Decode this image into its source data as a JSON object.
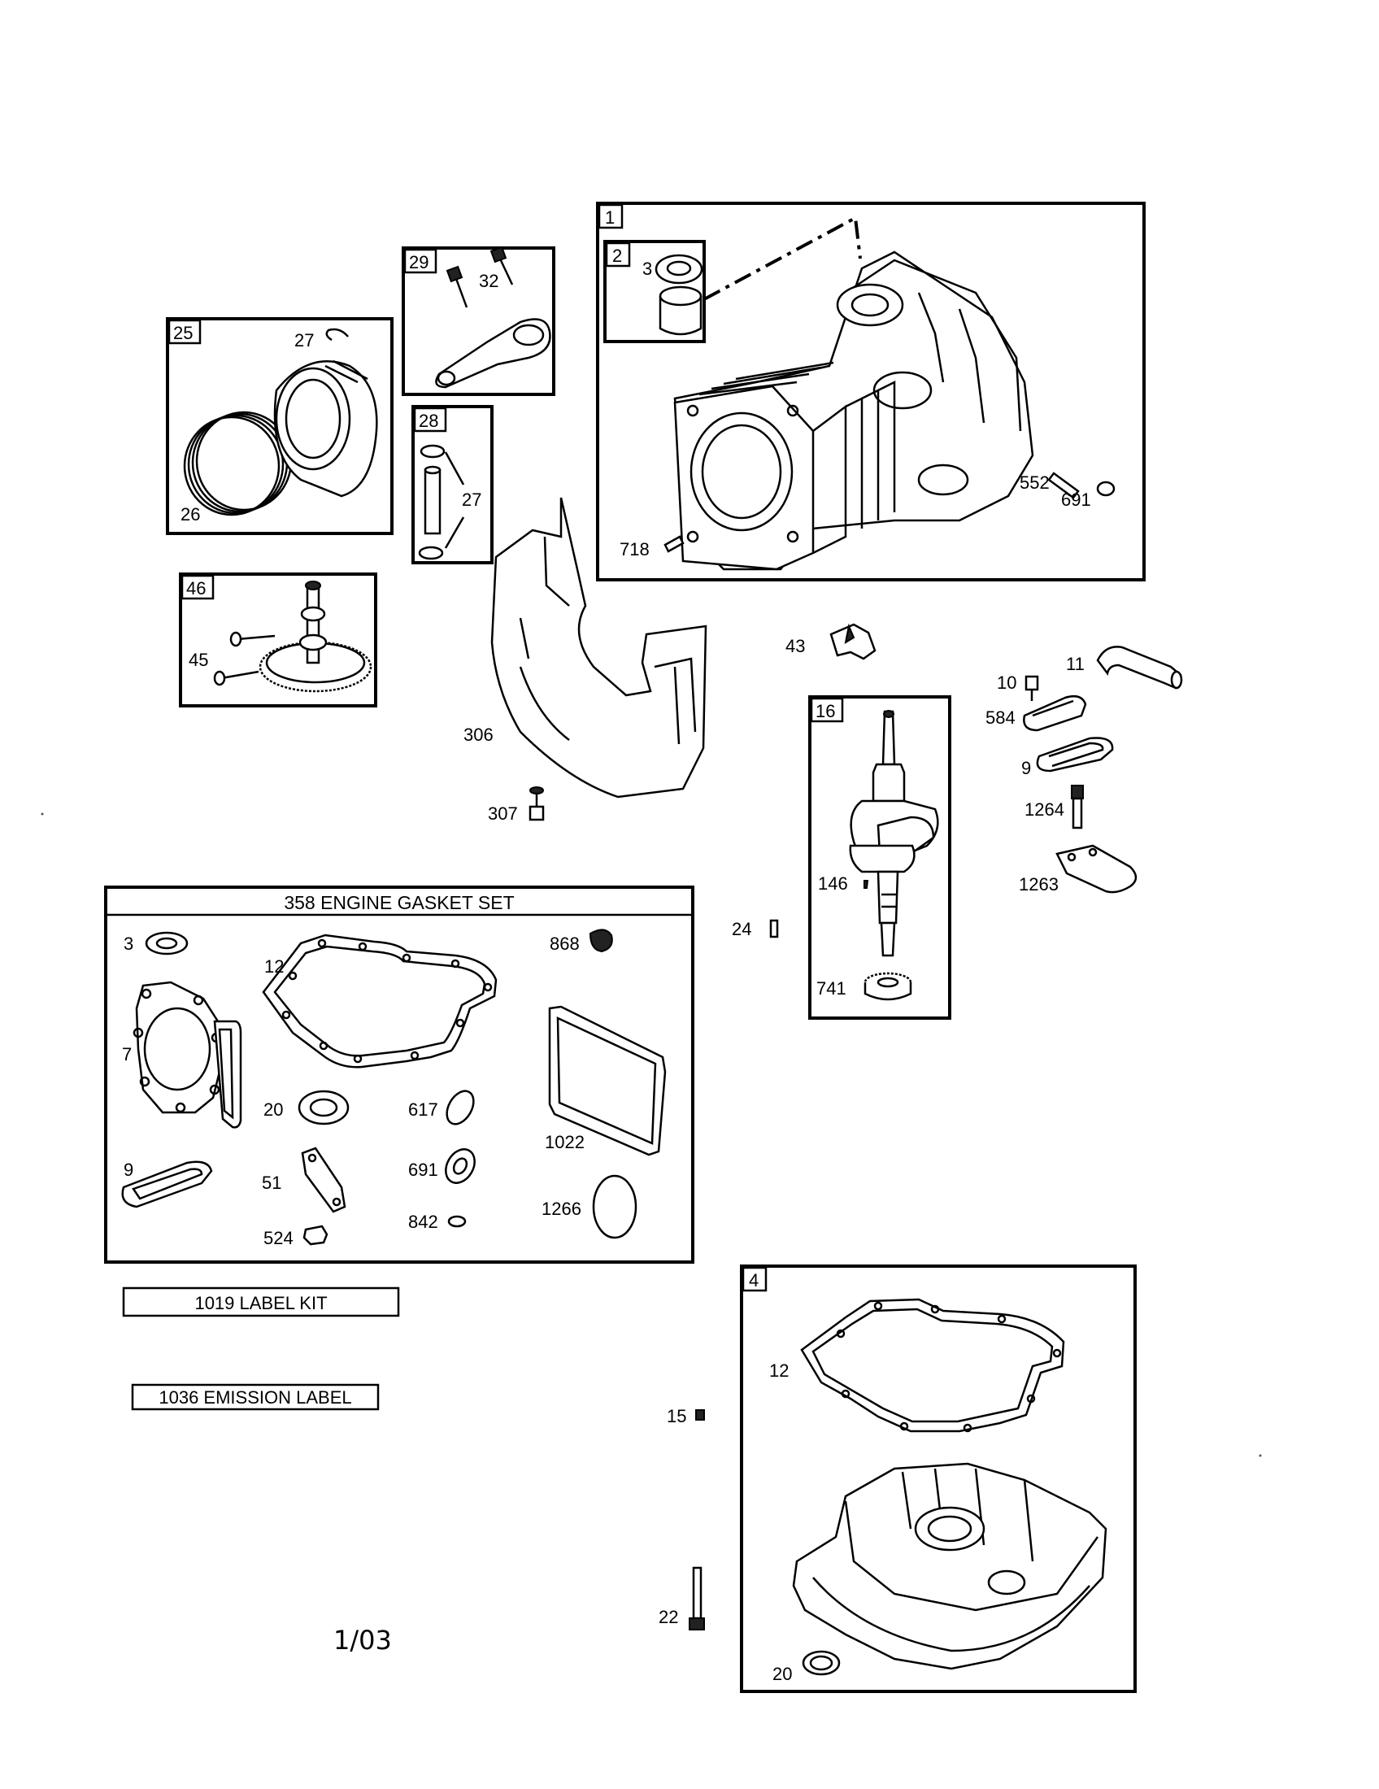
{
  "colors": {
    "ink": "#000000",
    "paper": "#ffffff"
  },
  "boxes": {
    "b1": "1",
    "b2": "2",
    "b4": "4",
    "b16": "16",
    "b25": "25",
    "b28": "28",
    "b29": "29",
    "b46": "46"
  },
  "gasket_set_title": "358 ENGINE GASKET SET",
  "label_kit": "1019 LABEL KIT",
  "emission_label": "1036 EMISSION LABEL",
  "date_code": "1/03",
  "labels": {
    "p3_cyl": "3",
    "p552": "552",
    "p691_cyl": "691",
    "p718": "718",
    "p32": "32",
    "p27_piston": "27",
    "p26": "26",
    "p27_pin": "27",
    "p45": "45",
    "p306": "306",
    "p307": "307",
    "p43": "43",
    "p10": "10",
    "p11": "11",
    "p584": "584",
    "p9_breather": "9",
    "p1264": "1264",
    "p1263": "1263",
    "p146": "146",
    "p741": "741",
    "p24": "24",
    "g3": "3",
    "g12": "12",
    "g868": "868",
    "g7": "7",
    "g20": "20",
    "g617": "617",
    "g1022": "1022",
    "g9": "9",
    "g51": "51",
    "g691": "691",
    "g1266": "1266",
    "g524": "524",
    "g842": "842",
    "p12_sump": "12",
    "p15": "15",
    "p22": "22",
    "p20_sump": "20"
  }
}
